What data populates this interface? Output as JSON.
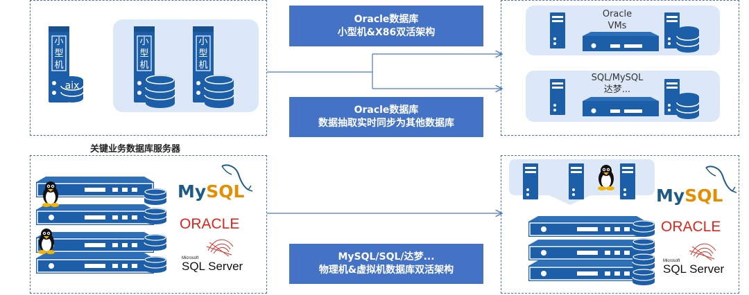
{
  "banners": {
    "top": {
      "line1": "Oracle数据库",
      "line2": "小型机&X86双活架构"
    },
    "middle": {
      "line1": "Oracle数据库",
      "line2": "数据抽取实时同步为其他数据库"
    },
    "bottom": {
      "line1": "MySQL/SQL/达梦...",
      "line2": "物理机&虚拟机数据库双活架构"
    }
  },
  "group_label": "关键业务数据库服务器",
  "minicomputer_text": [
    "小",
    "型",
    "机"
  ],
  "aix_label": "aix",
  "right_top": {
    "vm1_line1": "Oracle",
    "vm1_line2": "VMs",
    "vm2_line1": "SQL/MySQL",
    "vm2_line2": "达梦..."
  },
  "logos": {
    "mysql_my": "My",
    "mysql_sql": "SQL",
    "oracle": "ORACLE",
    "sqlserver_ms": "Microsoft",
    "sqlserver_name": "SQL Server"
  },
  "colors": {
    "banner": "#4472c4",
    "server_blue": "#1d5ea8",
    "panel_light": "#dce8f7",
    "arrow": "#4a78c4"
  }
}
